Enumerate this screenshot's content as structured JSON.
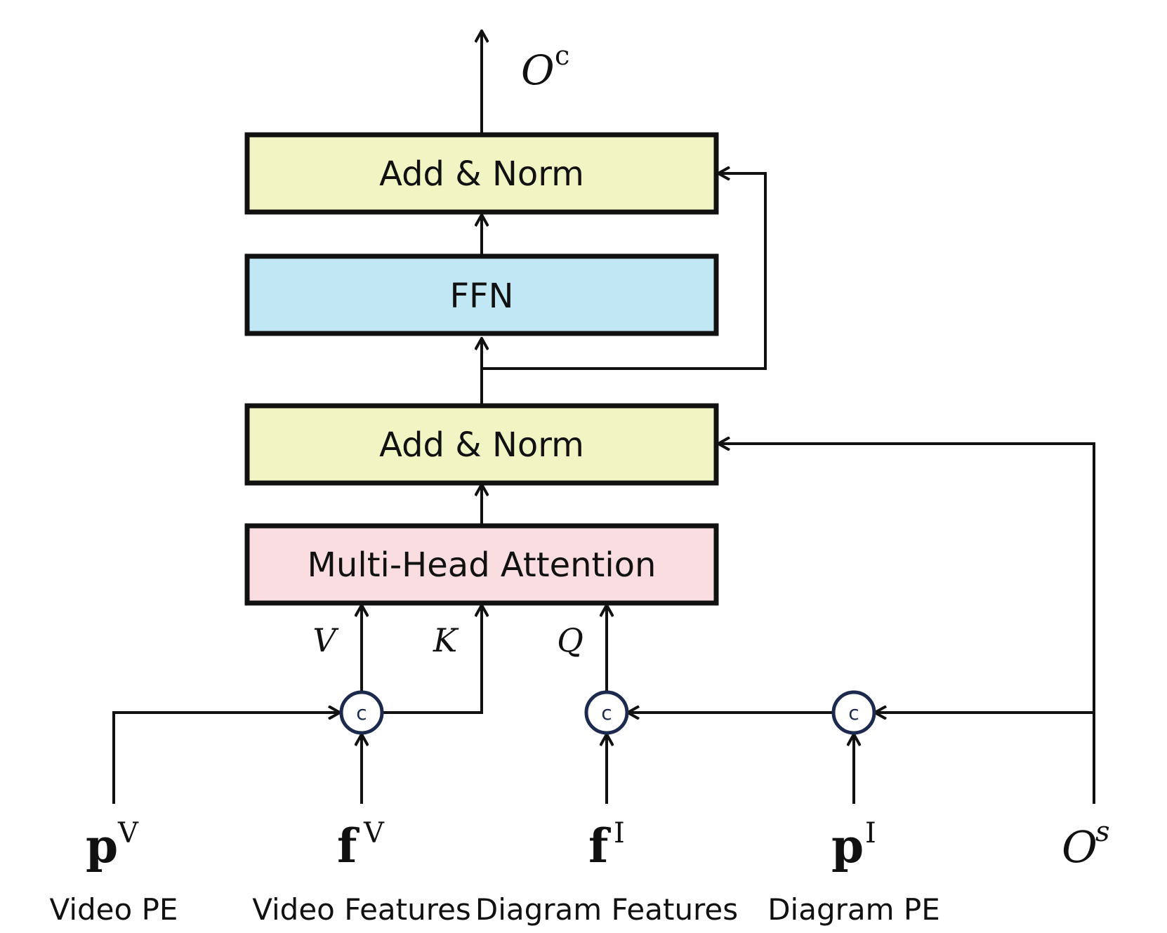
{
  "blocks": {
    "add_norm_top": "Add & Norm",
    "ffn": "FFN",
    "add_norm_bottom": "Add & Norm",
    "mha": "Multi-Head Attention"
  },
  "colors": {
    "add_norm": "#f1f5c3",
    "ffn": "#c1e7f5",
    "mha": "#fadde1",
    "concat_stroke": "#1c2b4d"
  },
  "output": {
    "symbol": "O",
    "superscript": "c"
  },
  "attention_inputs": {
    "v": "V",
    "k": "K",
    "q": "Q"
  },
  "concat_symbol": "c",
  "inputs": [
    {
      "symbol": "p",
      "superscript": "V",
      "caption": "Video PE"
    },
    {
      "symbol": "f",
      "superscript": "V",
      "caption": "Video Features"
    },
    {
      "symbol": "f",
      "superscript": "I",
      "caption": "Diagram Features"
    },
    {
      "symbol": "p",
      "superscript": "I",
      "caption": "Diagram PE"
    },
    {
      "symbol": "O",
      "superscript": "s",
      "caption": ""
    }
  ]
}
